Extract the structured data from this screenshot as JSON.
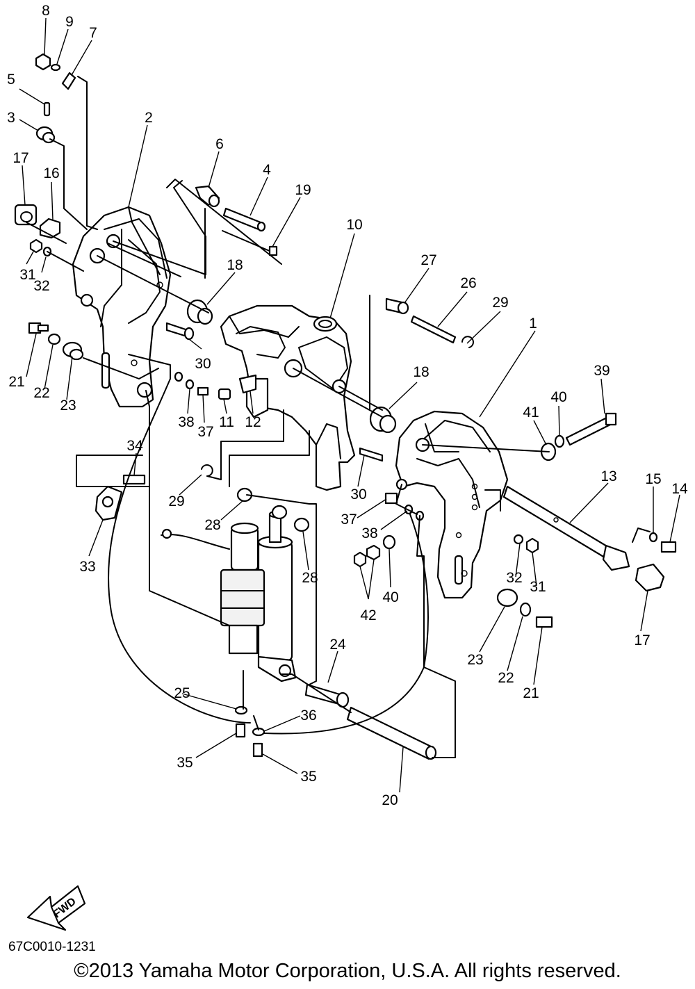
{
  "diagram": {
    "fwd_label": "FWD",
    "drawing_code": "67C0010-1231",
    "copyright": "©2013 Yamaha Motor Corporation, U.S.A. All rights reserved.",
    "callouts": [
      "1",
      "2",
      "3",
      "4",
      "5",
      "6",
      "7",
      "8",
      "9",
      "10",
      "11",
      "12",
      "13",
      "14",
      "15",
      "16",
      "17",
      "17",
      "18",
      "18",
      "19",
      "20",
      "21",
      "21",
      "22",
      "22",
      "23",
      "23",
      "24",
      "25",
      "26",
      "27",
      "28",
      "28",
      "29",
      "29",
      "30",
      "30",
      "31",
      "31",
      "32",
      "32",
      "33",
      "34",
      "35",
      "35",
      "36",
      "37",
      "37",
      "38",
      "38",
      "39",
      "40",
      "40",
      "41",
      "42"
    ]
  }
}
